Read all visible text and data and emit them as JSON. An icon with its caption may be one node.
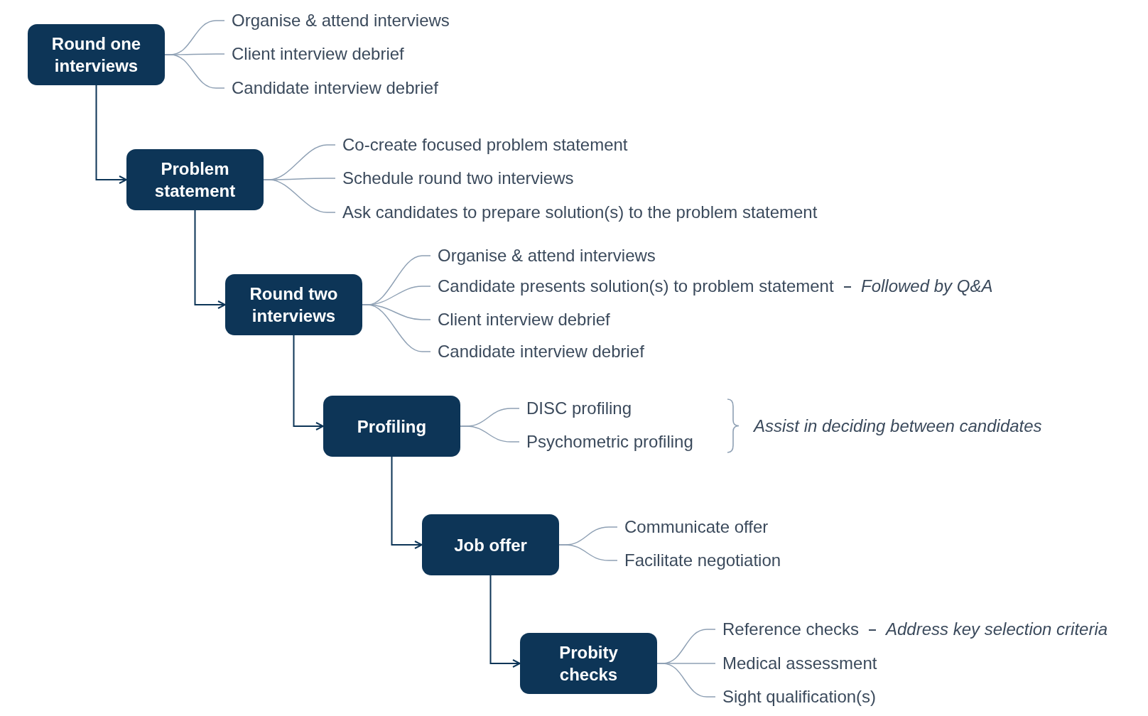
{
  "diagram": {
    "nodes": [
      {
        "text": [
          "Round one interviews"
        ]
      },
      {
        "text": [
          "Organise & attend interviews"
        ]
      },
      {
        "text": [
          "Client interview debrief"
        ]
      },
      {
        "text": [
          "Candidate interview debrief"
        ]
      },
      {
        "text": [
          "Problem statement"
        ]
      },
      {
        "text": [
          "Co-create focused problem statement"
        ]
      },
      {
        "text": [
          "Schedule round two interviews"
        ]
      },
      {
        "text": [
          "Ask candidates to prepare solution(s) to the problem statement"
        ]
      },
      {
        "text": [
          "Round two interviews"
        ]
      },
      {
        "text": [
          "Organise & attend interviews"
        ]
      },
      {
        "text": [
          "Candidate presents solution(s) to problem statement"
        ],
        "beside": [
          "Followed by Q&A"
        ]
      },
      {
        "text": [
          "Client interview debrief"
        ]
      },
      {
        "text": [
          "Candidate interview debrief"
        ]
      },
      {
        "text": [
          "Profiling"
        ]
      },
      {
        "text": [
          "DISC profiling"
        ]
      },
      {
        "text": [
          "Psychometric profiling"
        ]
      },
      {
        "text": [
          "Job offer"
        ]
      },
      {
        "text": [
          "Communicate offer"
        ]
      },
      {
        "text": [
          "Facilitate negotiation"
        ]
      },
      {
        "text": [
          "Probity checks"
        ]
      },
      {
        "text": [
          "Reference checks"
        ],
        "beside": [
          "Address key selection criteria"
        ]
      },
      {
        "text": [
          "Medical assessment"
        ]
      },
      {
        "text": [
          "Sight qualification(s)"
        ]
      }
    ],
    "edges": [
      {
        "from": 0,
        "to": 4,
        "arrow": "to",
        "color": "#0d3557"
      },
      {
        "from": 4,
        "to": 8,
        "arrow": "to",
        "color": "#0d3557"
      },
      {
        "from": 8,
        "to": 13,
        "arrow": "to",
        "color": "#0d3557"
      },
      {
        "from": 13,
        "to": 16,
        "arrow": "to",
        "color": "#0d3557"
      },
      {
        "from": 16,
        "to": 19,
        "arrow": "to",
        "color": "#0d3557"
      },
      {
        "from": 0,
        "to": 1,
        "arrow": "none"
      },
      {
        "from": 0,
        "to": 2,
        "arrow": "none"
      },
      {
        "from": 0,
        "to": 3,
        "arrow": "none"
      },
      {
        "from": 4,
        "to": 5,
        "arrow": "none"
      },
      {
        "from": 4,
        "to": 6,
        "arrow": "none"
      },
      {
        "from": 4,
        "to": 7,
        "arrow": "none"
      },
      {
        "from": 8,
        "to": 9,
        "arrow": "none"
      },
      {
        "from": 8,
        "to": 10,
        "arrow": "none"
      },
      {
        "from": 8,
        "to": 11,
        "arrow": "none"
      },
      {
        "from": 8,
        "to": 12,
        "arrow": "none"
      },
      {
        "from": 13,
        "to": 14,
        "arrow": "none"
      },
      {
        "from": 13,
        "to": 15,
        "arrow": "none"
      },
      {
        "from": 16,
        "to": 17,
        "arrow": "none"
      },
      {
        "from": 16,
        "to": 18,
        "arrow": "none"
      },
      {
        "from": 19,
        "to": 20,
        "arrow": "none"
      },
      {
        "from": 19,
        "to": 21,
        "arrow": "none"
      },
      {
        "from": 19,
        "to": 22,
        "arrow": "none"
      }
    ],
    "labels": [
      "Assist in deciding between candidates"
    ]
  }
}
